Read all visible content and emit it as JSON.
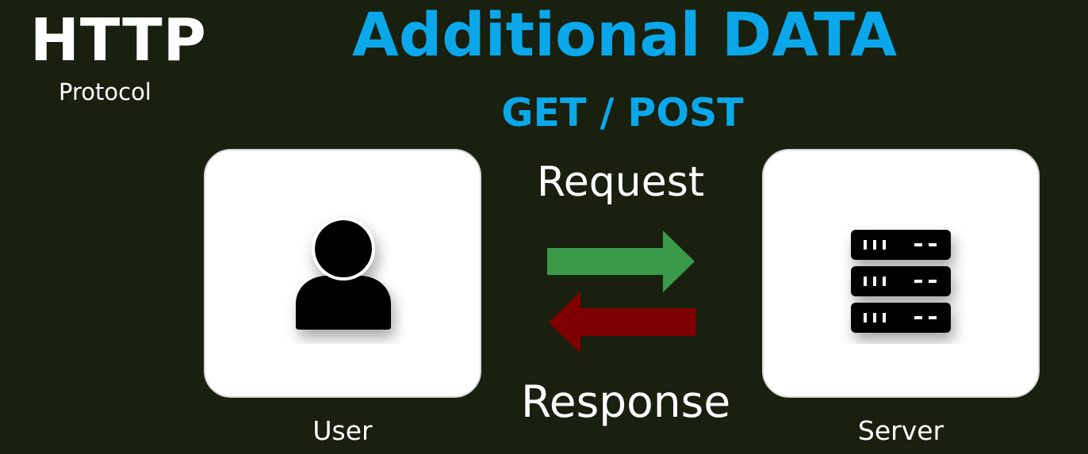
{
  "header": {
    "protocol_title": "HTTP",
    "protocol_subtitle": "Protocol"
  },
  "title": "Additional DATA",
  "subtitle": "GET / POST",
  "diagram": {
    "request_label": "Request",
    "response_label": "Response",
    "user_label": "User",
    "server_label": "Server",
    "icons": {
      "user": "user-icon",
      "server": "server-icon",
      "request_arrow": "arrow-right-icon",
      "response_arrow": "arrow-left-icon"
    }
  },
  "colors": {
    "background": "#19200f",
    "title": "#0aa8ea",
    "request_arrow": "#3a9a49",
    "response_arrow": "#7f0000",
    "card": "#ffffff",
    "icon": "#000000"
  }
}
